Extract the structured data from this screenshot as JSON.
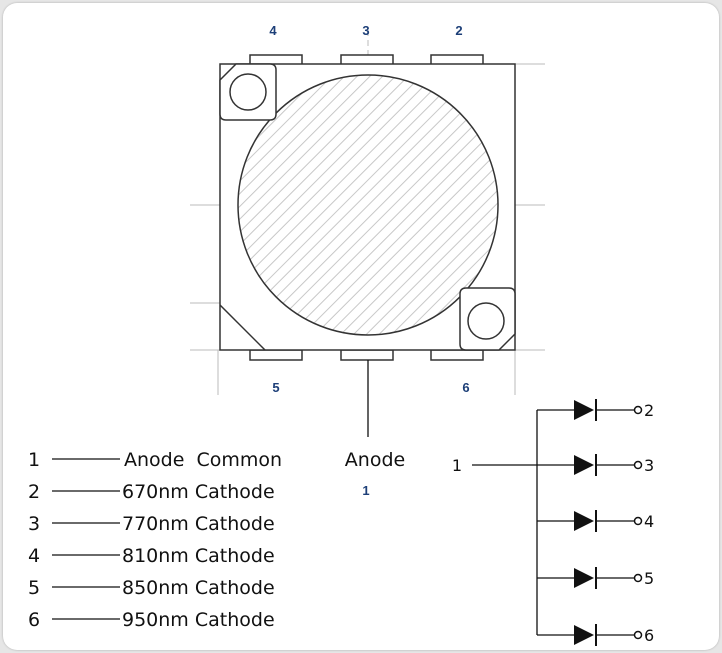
{
  "pins_top": [
    "4",
    "3",
    "2"
  ],
  "pins_bottom": [
    "5",
    "6"
  ],
  "anode_label": "Anode",
  "anode_pin": "1",
  "legend": [
    {
      "num": "1",
      "label": "Anode  Common"
    },
    {
      "num": "2",
      "label": "670nm Cathode"
    },
    {
      "num": "3",
      "label": "770nm Cathode"
    },
    {
      "num": "4",
      "label": "810nm Cathode"
    },
    {
      "num": "5",
      "label": "850nm Cathode"
    },
    {
      "num": "6",
      "label": "950nm Cathode"
    }
  ],
  "circuit": {
    "input": "1",
    "outputs": [
      "2",
      "3",
      "4",
      "5",
      "6"
    ]
  },
  "colors": {
    "pin_number": "#1d3f78",
    "line": "#111111",
    "hatch": "#c8c8c8",
    "guide": "#bbbbbb"
  }
}
